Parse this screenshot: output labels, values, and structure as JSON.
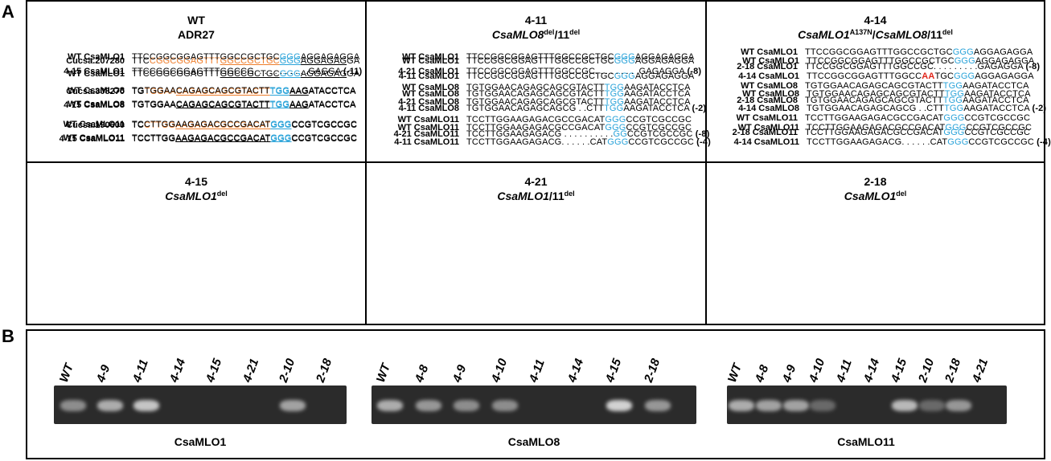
{
  "panelA": {
    "label": "A",
    "cells": [
      {
        "title1": "WT",
        "title2": "ADR27",
        "title2_plain": true,
        "rows": [
          {
            "name": "Cucsa.207280",
            "parts": [
              [
                "TTC",
                ""
              ],
              [
                "CGGCGGAGTTT",
                "o"
              ],
              [
                "GGCCGCTGC",
                "o u"
              ],
              [
                "GGG",
                "b u"
              ],
              [
                "AGGAGAG",
                "u"
              ],
              [
                "GA",
                ""
              ]
            ]
          },
          {
            "name": "WT CsaMLO1",
            "parts": [
              [
                "TTCCGGCGGAGTTT",
                ""
              ],
              [
                "GGCCGCTGC",
                "u"
              ],
              [
                "GGG",
                "b u"
              ],
              [
                "AGGAGAG",
                "u"
              ],
              [
                "GA",
                ""
              ]
            ]
          },
          {
            "name": "Cucsa.308270",
            "parts": [
              [
                "TG",
                ""
              ],
              [
                "TGGAA",
                "o"
              ],
              [
                "CAGAGCAGCGTACTT",
                "o u"
              ],
              [
                "TGG",
                "b u"
              ],
              [
                "AAG",
                "u"
              ],
              [
                "ATACCTCA",
                ""
              ]
            ]
          },
          {
            "name": "WT CsaMLO8",
            "parts": [
              [
                "TGTGGAA",
                ""
              ],
              [
                "CAGAGCAGCGTACTT",
                "u"
              ],
              [
                "TGG",
                "b u"
              ],
              [
                "AAG",
                "u"
              ],
              [
                "ATACCTCA",
                ""
              ]
            ]
          },
          {
            "name": "Cucsa.190600",
            "parts": [
              [
                "TC",
                ""
              ],
              [
                "CTTGG",
                "o"
              ],
              [
                "AAGAGACGCCGACAT",
                "o u"
              ],
              [
                "GGG",
                "b u"
              ],
              [
                "CCGTCGCCGC",
                ""
              ]
            ]
          },
          {
            "name": "WT CsaMLO11",
            "parts": [
              [
                "TCCTTGG",
                ""
              ],
              [
                "AAGAGACGCCGACAT",
                "u"
              ],
              [
                "GGG",
                "b u"
              ],
              [
                "CCGTCGCCGC",
                ""
              ]
            ]
          }
        ]
      },
      {
        "title1": "4-11",
        "title2": "CsaMLO8",
        "sup2": "del",
        "mid": "/11",
        "sup3": "del",
        "rows": [
          {
            "name": "WT CsaMLO1",
            "parts": [
              [
                "TTCCGGCGGAGTTTGGCCGCTGC",
                ""
              ],
              [
                "GGG",
                "b"
              ],
              [
                "AGGAGAGGA",
                ""
              ]
            ]
          },
          {
            "name": "4-11 CsaMLO1",
            "parts": [
              [
                "TTCCGGCGGAGTTTGGCCGCTGC",
                ""
              ],
              [
                "GGG",
                "b"
              ],
              [
                "AGGAGAGGA",
                ""
              ]
            ]
          },
          {
            "name": "WT CsaMLO8",
            "parts": [
              [
                "TGTGGAACAGAGCAGCGTACTT",
                ""
              ],
              [
                "TGG",
                "b"
              ],
              [
                "AAGATACCTCA",
                ""
              ]
            ]
          },
          {
            "name": "4-11 CsaMLO8",
            "parts": [
              [
                "TGTGGAACAGAGCAGCG . .CTT",
                ""
              ],
              [
                "TGG",
                "b"
              ],
              [
                "AAGATACCTCA ",
                ""
              ],
              [
                "(-2)",
                "bold"
              ]
            ]
          },
          {
            "name": "WT CsaMLO11",
            "parts": [
              [
                "TCCTTGGAAGAGACGCCGACAT",
                ""
              ],
              [
                "GGG",
                "b"
              ],
              [
                "CCGTCGCCGC",
                ""
              ]
            ]
          },
          {
            "name": "4-11 CsaMLO11",
            "parts": [
              [
                "TCCTTGGAAGAGACG. . . . . .CAT",
                ""
              ],
              [
                "GGG",
                "b"
              ],
              [
                "CCGTCGCCGC ",
                ""
              ],
              [
                "(-4)",
                "bold"
              ]
            ]
          }
        ]
      },
      {
        "title1": "4-14",
        "title2": "CsaMLO1",
        "sup2": "A137N",
        "mid": "/",
        "title3": "CsaMLO8",
        "mid2": "/11",
        "sup3": "del",
        "rows": [
          {
            "name": "WT CsaMLO1",
            "parts": [
              [
                "TTCCGGCGGAGTTTGGCCGCTGC",
                ""
              ],
              [
                "GGG",
                "b"
              ],
              [
                "AGGAGAGGA",
                ""
              ]
            ]
          },
          {
            "name": "4-14 CsaMLO1",
            "parts": [
              [
                "TTCCGGCGGAGTTTGGCC",
                ""
              ],
              [
                "AA",
                "r"
              ],
              [
                "TGC",
                ""
              ],
              [
                "GGG",
                "b"
              ],
              [
                "AGGAGAGGA",
                ""
              ]
            ]
          },
          {
            "name": "WT CsaMLO8",
            "parts": [
              [
                "TGTGGAACAGAGCAGCGTACTT",
                ""
              ],
              [
                "TGG",
                "b"
              ],
              [
                "AAGATACCTCA",
                ""
              ]
            ]
          },
          {
            "name": "4-14 CsaMLO8",
            "parts": [
              [
                "TGTGGAACAGAGCAGCG . .CTT",
                ""
              ],
              [
                "TGG",
                "b"
              ],
              [
                "AAGATACCTCA ",
                ""
              ],
              [
                "(-2)",
                "bold"
              ]
            ]
          },
          {
            "name": "WT CsaMLO11",
            "parts": [
              [
                "TCCTTGGAAGAGACGCCGACAT",
                ""
              ],
              [
                "GGG",
                "b"
              ],
              [
                "CCGTCGCCGC",
                ""
              ]
            ]
          },
          {
            "name": "4-14 CsaMLO11",
            "parts": [
              [
                "TCCTTGGAAGAGACG. . . . . .CAT",
                ""
              ],
              [
                "GGG",
                "b"
              ],
              [
                "CCGTCGCCGC ",
                ""
              ],
              [
                "(-4)",
                "bold"
              ]
            ]
          }
        ]
      },
      {
        "title1": "4-15",
        "title2": "CsaMLO1",
        "sup2": "del",
        "rows": [
          {
            "name": "WT CsaMLO1",
            "parts": [
              [
                "TTCCGGCGGAGTTTGGCCGCTGC",
                ""
              ],
              [
                "GGG",
                "b"
              ],
              [
                "AGGAGAGGA",
                ""
              ]
            ]
          },
          {
            "name": "4-15 CsaMLO1",
            "parts": [
              [
                "TTCCGGCGGAGTTTGGCCG. . . . . . . . . . .GAGGA ",
                ""
              ],
              [
                "(-11)",
                "bold"
              ]
            ]
          },
          {
            "name": "WT CsaMLO8",
            "parts": [
              [
                "TGTGGAACAGAGCAGCGTACTT",
                ""
              ],
              [
                "TGG",
                "b"
              ],
              [
                "AAGATACCTCA",
                ""
              ]
            ]
          },
          {
            "name": "4-15 CsaMLO8",
            "parts": [
              [
                "TGTGGAACAGAGCAGCGTACTT",
                ""
              ],
              [
                "TGG",
                "b"
              ],
              [
                "AAGATACCTCA",
                ""
              ]
            ]
          },
          {
            "name": "WT CsaMLO11",
            "parts": [
              [
                "TCCTTGGAAGAGACGCCGACAT",
                ""
              ],
              [
                "GGG",
                "b"
              ],
              [
                "CCGTCGCCGC",
                ""
              ]
            ]
          },
          {
            "name": "4-15 CsaMLO11",
            "parts": [
              [
                "TCCTTGGAAGAGACGCCGACAT",
                ""
              ],
              [
                "GGG",
                "b"
              ],
              [
                "CCGTCGCCGC",
                ""
              ]
            ]
          }
        ]
      },
      {
        "title1": "4-21",
        "title2": "CsaMLO1",
        "mid": "/11",
        "sup3": "del",
        "rows": [
          {
            "name": "WT CsaMLO1",
            "parts": [
              [
                "TTCCGGCGGAGTTTGGCCGCTGC",
                ""
              ],
              [
                "GGG",
                "b"
              ],
              [
                "AGGAGAGGA",
                ""
              ]
            ]
          },
          {
            "name": "4-21 CsaMLO1",
            "parts": [
              [
                "TTCCGGCGGAGTTTGGCCGC. . . . . . . . .GAGAGGA ",
                ""
              ],
              [
                "(-8)",
                "bold"
              ]
            ]
          },
          {
            "name": "WT CsaMLO8",
            "parts": [
              [
                "TGTGGAACAGAGCAGCGTACTT",
                ""
              ],
              [
                "TGG",
                "b"
              ],
              [
                "AAGATACCTCA",
                ""
              ]
            ]
          },
          {
            "name": "4-21 CsaMLO8",
            "parts": [
              [
                "TGTGGAACAGAGCAGCGTACTT",
                ""
              ],
              [
                "TGG",
                "b"
              ],
              [
                "AAGATACCTCA",
                ""
              ]
            ]
          },
          {
            "name": "WT CsaMLO11",
            "parts": [
              [
                "TCCTTGGAAGAGACGCCGACAT",
                ""
              ],
              [
                "GGG",
                "b"
              ],
              [
                "CCGTCGCCGC",
                ""
              ]
            ]
          },
          {
            "name": "4-21 CsaMLO11",
            "parts": [
              [
                "TCCTTGGAAGAGACG . . . . . . . . . .",
                ""
              ],
              [
                "GG",
                "b"
              ],
              [
                "CCGTCGCCGC ",
                ""
              ],
              [
                "(-8)",
                "bold"
              ]
            ]
          }
        ]
      },
      {
        "title1": "2-18",
        "title2": "CsaMLO1",
        "sup2": "del",
        "rows": [
          {
            "name": "WT CsaMLO1",
            "parts": [
              [
                "TTCCGGCGGAGTTTGGCCGCTGC",
                ""
              ],
              [
                "GGG",
                "b"
              ],
              [
                "AGGAGAGGA",
                ""
              ]
            ]
          },
          {
            "name": "2-18 CsaMLO1",
            "parts": [
              [
                "TTCCGGCGGAGTTTGGCCGC. . . . . . . . .GAGAGGA ",
                ""
              ],
              [
                "(-8)",
                "bold"
              ]
            ]
          },
          {
            "name": "WT CsaMLO8",
            "parts": [
              [
                "TGTGGAACAGAGCAGCGTACTT",
                ""
              ],
              [
                "TGG",
                "b"
              ],
              [
                "AAGATACCTCA",
                ""
              ]
            ]
          },
          {
            "name": "2-18 CsaMLO8",
            "parts": [
              [
                "TGTGGAACAGAGCAGCGTACTT",
                ""
              ],
              [
                "TGG",
                "b"
              ],
              [
                "AAGATACCTCA",
                ""
              ]
            ]
          },
          {
            "name": "WT CsaMLO11",
            "parts": [
              [
                "TCCTTGGAAGAGACGCCGACAT",
                ""
              ],
              [
                "GGG",
                "b"
              ],
              [
                "CCGTCGCCGC",
                ""
              ]
            ]
          },
          {
            "name": "2-18 CsaMLO11",
            "parts": [
              [
                "TCCTTGGAAGAGACGCCGACAT",
                ""
              ],
              [
                "GGG",
                "b"
              ],
              [
                "CCGTCGCCGC",
                ""
              ]
            ]
          }
        ]
      }
    ]
  },
  "panelB": {
    "label": "B",
    "gels": [
      {
        "name": "CsaMLO1",
        "lanes": [
          "WT",
          "4-9",
          "4-11",
          "4-14",
          "4-15",
          "4-21",
          "2-10",
          "2-18"
        ],
        "band_intensity": [
          0.55,
          0.7,
          0.8,
          0,
          0,
          0,
          0.65,
          0
        ]
      },
      {
        "name": "CsaMLO8",
        "lanes": [
          "WT",
          "4-8",
          "4-9",
          "4-10",
          "4-11",
          "4-14",
          "4-15",
          "2-18"
        ],
        "band_intensity": [
          0.7,
          0.6,
          0.55,
          0.55,
          0,
          0,
          0.85,
          0.6
        ]
      },
      {
        "name": "CsaMLO11",
        "lanes": [
          "WT",
          "4-8",
          "4-9",
          "4-10",
          "4-11",
          "4-14",
          "4-15",
          "2-10",
          "2-18",
          "4-21"
        ],
        "band_intensity": [
          0.7,
          0.65,
          0.65,
          0.35,
          0,
          0,
          0.75,
          0.35,
          0.6,
          0
        ]
      }
    ]
  },
  "colors": {
    "orange": "#ee7d2b",
    "blue": "#2aa3d9",
    "red": "#e0261b",
    "gel": "#2b2b2b"
  }
}
